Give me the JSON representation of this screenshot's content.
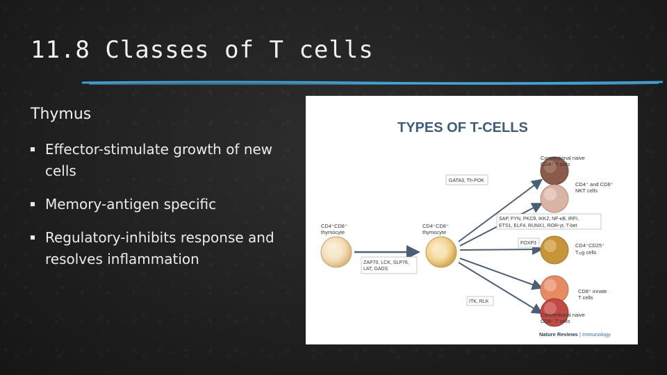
{
  "slide": {
    "title": "11.8 Classes of T cells",
    "subtitle": "Thymus",
    "bullets": [
      {
        "text": "Effector-stimulate growth of new cells"
      },
      {
        "text": "Memory-antigen specific"
      },
      {
        "text": "Regulatory-inhibits response and resolves inflammation"
      }
    ]
  },
  "figure": {
    "title": "TYPES OF T-CELLS",
    "left_cell": [
      "CD4⁺CD8⁺",
      "thymocyte"
    ],
    "middle_cell": [
      "CD4⁺CD8⁺",
      "thymocyte"
    ],
    "boxes": {
      "zap": [
        "ZAP70, LCK, SLP76,",
        "LAT, GADS"
      ],
      "gata": [
        "GATA3, Th-POK"
      ],
      "sap": [
        "SAP, FYN, PKCθ, IKK2, NF-κB, IRFI,",
        "ETS1, ELF4, RUNX1, ROR-γt, T-bet"
      ],
      "foxp3": [
        "FOXP3"
      ],
      "itk": [
        "ITK, RLK"
      ]
    },
    "outputs": [
      {
        "lines": [
          "Conventional naive",
          "CD4⁺ T cells"
        ],
        "color": "#8a5a4a"
      },
      {
        "lines": [
          "CD4⁺ and CD8⁺",
          "NKT cells"
        ],
        "color": "#d9b3a3"
      },
      {
        "lines": [
          "CD4⁺CD25⁺",
          "Tᵣₑg cells"
        ],
        "color": "#c7943a"
      },
      {
        "lines": [
          "CD8⁺ innate",
          "T cells"
        ],
        "color": "#e58a63"
      },
      {
        "lines": [
          "Conventional naive",
          "CD8⁺ T cells"
        ],
        "color": "#c24a44"
      }
    ],
    "credit_left": "Nature Reviews",
    "credit_sep": " | ",
    "credit_right": "Immunology"
  }
}
